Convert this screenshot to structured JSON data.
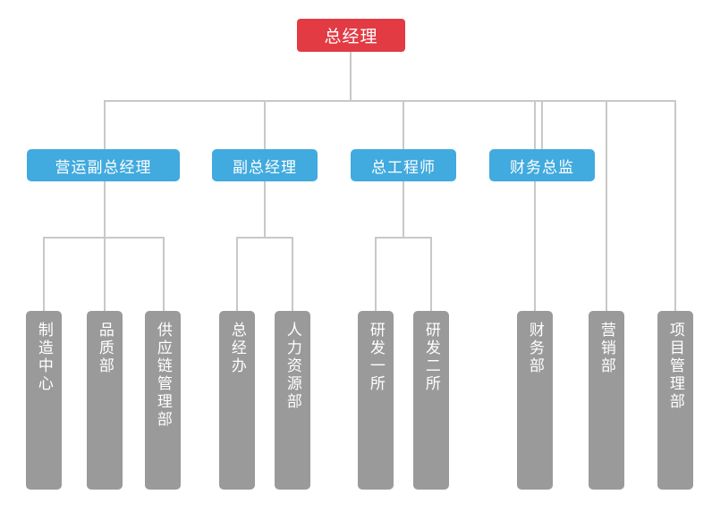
{
  "chart": {
    "type": "org-chart",
    "title": "",
    "colors": {
      "root": "#e23b44",
      "executive": "#41aade",
      "department": "#9a9a9a",
      "connector": "#c8c8c8",
      "label": "#ffffff",
      "background": "#ffffff"
    },
    "root": {
      "id": "general-manager",
      "label": "总经理",
      "level": 1
    },
    "executives": [
      {
        "id": "operations-vp",
        "label": "营运副总经理",
        "level": 2
      },
      {
        "id": "deputy-gm",
        "label": "副总经理",
        "level": 2
      },
      {
        "id": "chief-engineer",
        "label": "总工程师",
        "level": 2
      },
      {
        "id": "finance-director",
        "label": "财务总监",
        "level": 2
      }
    ],
    "departments": [
      {
        "id": "manufacturing-center",
        "label": "制造中心",
        "level": 3,
        "parent": "operations-vp"
      },
      {
        "id": "quality-department",
        "label": "品质部",
        "level": 3,
        "parent": "operations-vp"
      },
      {
        "id": "supply-chain-mgmt",
        "label": "供应链管理部",
        "level": 3,
        "parent": "operations-vp"
      },
      {
        "id": "gm-office",
        "label": "总经办",
        "level": 3,
        "parent": "deputy-gm"
      },
      {
        "id": "human-resources",
        "label": "人力资源部",
        "level": 3,
        "parent": "deputy-gm"
      },
      {
        "id": "rd-institute-one",
        "label": "研发一所",
        "level": 3,
        "parent": "chief-engineer"
      },
      {
        "id": "rd-institute-two",
        "label": "研发二所",
        "level": 3,
        "parent": "chief-engineer"
      },
      {
        "id": "finance-department",
        "label": "财务部",
        "level": 3,
        "parent": "general-manager"
      },
      {
        "id": "marketing-department",
        "label": "营销部",
        "level": 3,
        "parent": "general-manager"
      },
      {
        "id": "project-management",
        "label": "项目管理部",
        "level": 3,
        "parent": "general-manager"
      }
    ]
  }
}
